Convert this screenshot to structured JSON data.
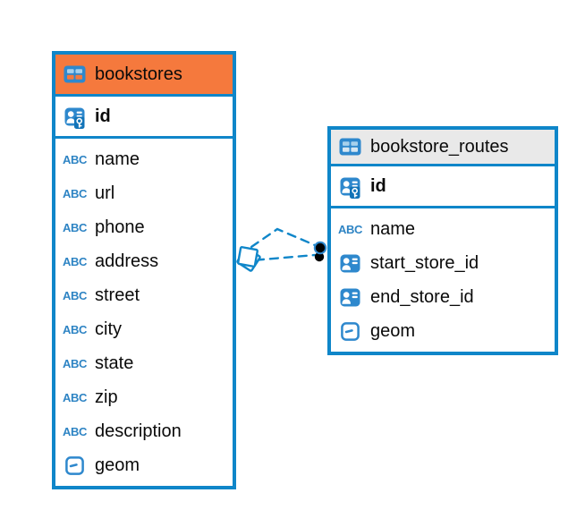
{
  "colors": {
    "accent_blue": "#0f86c9",
    "icon_blue": "#2e88cd",
    "orange_header": "#f5793d",
    "gray_header": "#e9e9e9",
    "connector_endpoint_black": "#000000",
    "text": "#0a0a0a"
  },
  "icons": {
    "abc_label": "ABC"
  },
  "tables": [
    {
      "name": "bookstores",
      "header_style": "orange",
      "primary_key": {
        "name": "id",
        "type": "integer primary key"
      },
      "fields": [
        {
          "name": "name",
          "type": "text"
        },
        {
          "name": "url",
          "type": "text"
        },
        {
          "name": "phone",
          "type": "text"
        },
        {
          "name": "address",
          "type": "text"
        },
        {
          "name": "street",
          "type": "text"
        },
        {
          "name": "city",
          "type": "text"
        },
        {
          "name": "state",
          "type": "text"
        },
        {
          "name": "zip",
          "type": "text"
        },
        {
          "name": "description",
          "type": "text"
        },
        {
          "name": "geom",
          "type": "geometry"
        }
      ]
    },
    {
      "name": "bookstore_routes",
      "header_style": "gray",
      "primary_key": {
        "name": "id",
        "type": "integer primary key"
      },
      "fields": [
        {
          "name": "name",
          "type": "text"
        },
        {
          "name": "start_store_id",
          "type": "foreign key reference"
        },
        {
          "name": "end_store_id",
          "type": "foreign key reference"
        },
        {
          "name": "geom",
          "type": "geometry"
        }
      ]
    }
  ],
  "relationships": [
    {
      "from": "bookstore_routes.start_store_id",
      "to": "bookstores.id",
      "line_style": "dashed"
    },
    {
      "from": "bookstore_routes.end_store_id",
      "to": "bookstores.id",
      "line_style": "dashed"
    }
  ]
}
